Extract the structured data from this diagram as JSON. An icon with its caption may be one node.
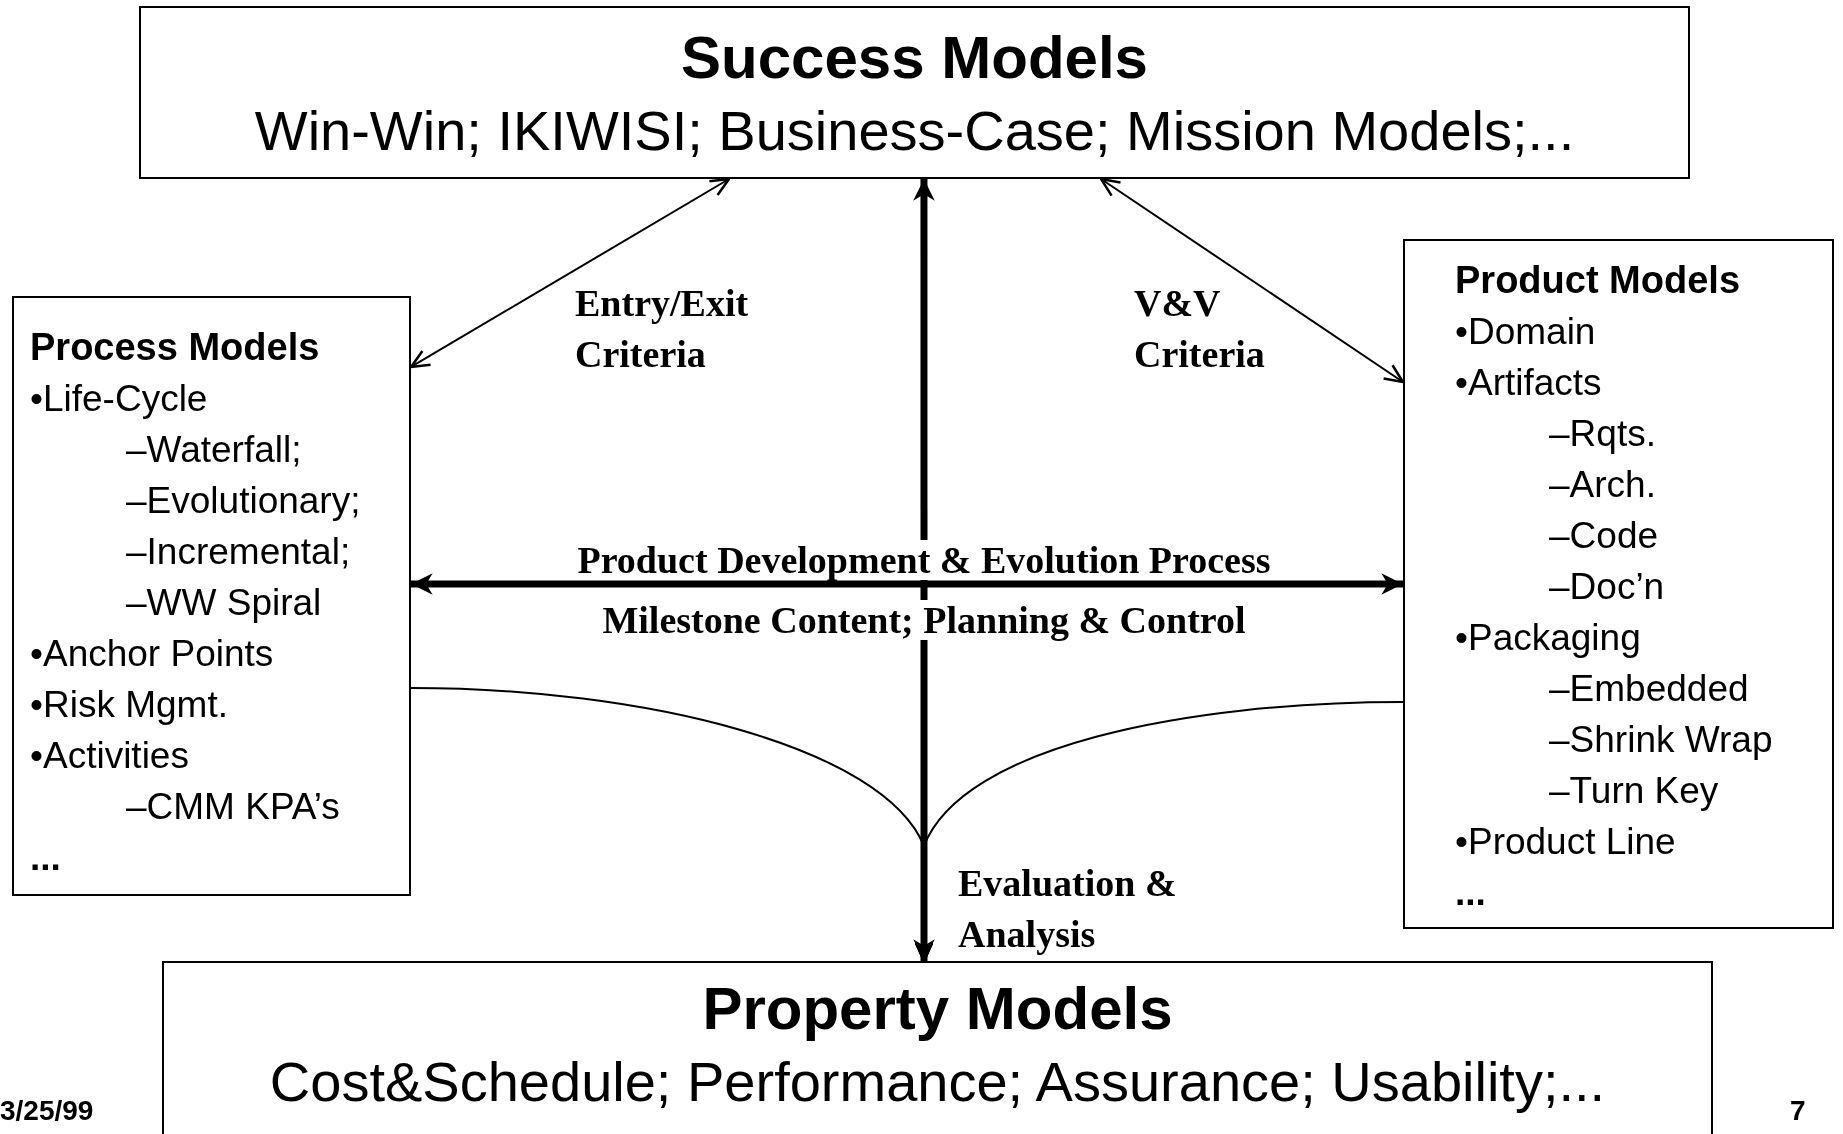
{
  "diagram": {
    "nodes": [
      {
        "text": [
          "Success Models",
          "Win-Win; IKIWISI; Business-Case; Mission Models;..."
        ]
      },
      {
        "text": [
          "Process Models",
          "•Life-Cycle",
          "–Waterfall;",
          "–Evolutionary;",
          "–Incremental;",
          "–WW Spiral",
          "•Anchor Points",
          "•Risk Mgmt.",
          "•Activities",
          "–CMM KPA’s",
          "..."
        ]
      },
      {
        "text": [
          "Product Models",
          "•Domain",
          "•Artifacts",
          "–Rqts.",
          "–Arch.",
          "–Code",
          "–Doc’n",
          "•Packaging",
          "–Embedded",
          "–Shrink Wrap",
          "–Turn Key",
          "•Product Line",
          "..."
        ]
      },
      {
        "text": [
          "Property Models",
          "Cost&Schedule; Performance; Assurance; Usability;..."
        ]
      }
    ],
    "edges": [
      {
        "from": 0,
        "to": 1,
        "arrow": "both",
        "label": "Entry/Exit Criteria"
      },
      {
        "from": 0,
        "to": 2,
        "arrow": "both",
        "label": "V&V Criteria"
      },
      {
        "from": 3,
        "to": 0,
        "arrow": "both",
        "style": "thick"
      },
      {
        "from": 1,
        "to": 2,
        "arrow": "both",
        "style": "thick",
        "label": "Product Development & Evolution Process"
      },
      {
        "from": 1,
        "to": 3,
        "arrow": "to"
      },
      {
        "from": 2,
        "to": 3,
        "arrow": "to"
      }
    ],
    "labels": [
      "Milestone Content; Planning & Control",
      "Evaluation & Analysis",
      "3/25/99",
      "7"
    ]
  }
}
